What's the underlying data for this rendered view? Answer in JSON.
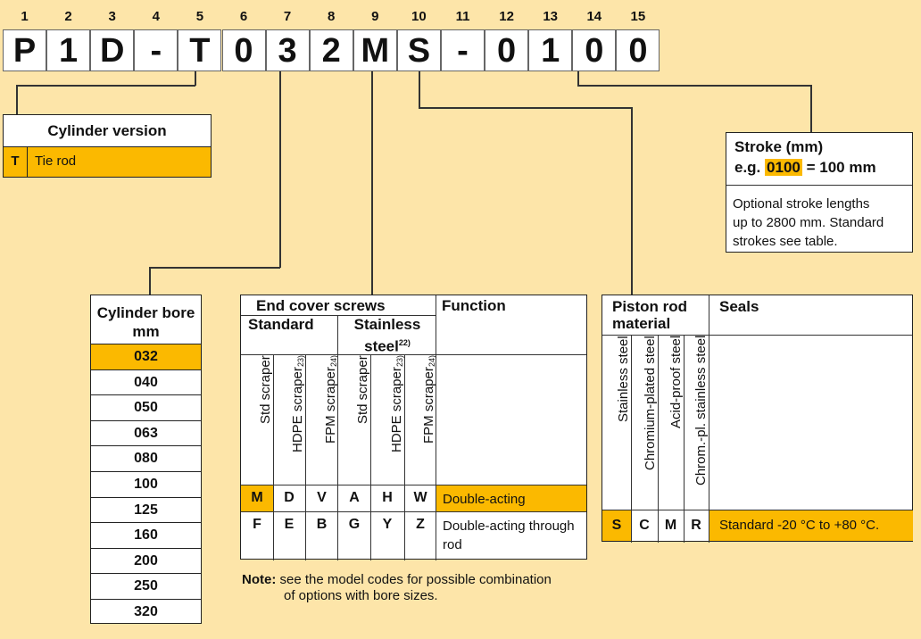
{
  "code": {
    "positions": [
      "1",
      "2",
      "3",
      "4",
      "5",
      "6",
      "7",
      "8",
      "9",
      "10",
      "11",
      "12",
      "13",
      "14",
      "15"
    ],
    "chars": [
      "P",
      "1",
      "D",
      "-",
      "T",
      "0",
      "3",
      "2",
      "M",
      "S",
      "-",
      "0",
      "1",
      "0",
      "0"
    ]
  },
  "cylinder_version": {
    "title": "Cylinder version",
    "code": "T",
    "label": "Tie rod"
  },
  "cylinder_bore": {
    "title": "Cylinder bore",
    "unit": "mm",
    "values": [
      "032",
      "040",
      "050",
      "063",
      "080",
      "100",
      "125",
      "160",
      "200",
      "250",
      "320"
    ],
    "selected": "032"
  },
  "end_cover": {
    "title": "End cover screws",
    "standard": "Standard",
    "stainless": "Stainless",
    "steel": "steel",
    "steel_note": "22)",
    "function_title": "Function",
    "columns": [
      "Std scraper",
      "HDPE scraper",
      "FPM scraper",
      "Std scraper",
      "HDPE scraper",
      "FPM scraper"
    ],
    "column_notes": [
      "",
      "23)",
      "24)",
      "",
      "23)",
      "24)"
    ],
    "rows": [
      {
        "codes": [
          "M",
          "D",
          "V",
          "A",
          "H",
          "W"
        ],
        "function": "Double-acting"
      },
      {
        "codes": [
          "F",
          "E",
          "B",
          "G",
          "Y",
          "Z"
        ],
        "function": "Double-acting through rod"
      }
    ]
  },
  "note": {
    "label": "Note:",
    "text": "see the model codes for possible combination",
    "text2": "of options with bore sizes."
  },
  "piston_rod": {
    "title1": "Piston rod",
    "title2": "material",
    "seals_title": "Seals",
    "columns": [
      "Stainless steel",
      "Chromium-plated steel",
      "Acid-proof steel",
      "Chrom.-pl. stainless steel"
    ],
    "codes": [
      "S",
      "C",
      "M",
      "R"
    ],
    "seals": "Standard -20 °C to +80 °C."
  },
  "stroke": {
    "title": "Stroke (mm)",
    "eg": "e.g.",
    "value": "0100",
    "equals": "= 100 mm",
    "desc1": "Optional stroke lengths",
    "desc2": "up to 2800 mm.  Standard",
    "desc3": "strokes see table."
  },
  "colors": {
    "background": "#fde5a9",
    "highlight": "#fbb900"
  }
}
